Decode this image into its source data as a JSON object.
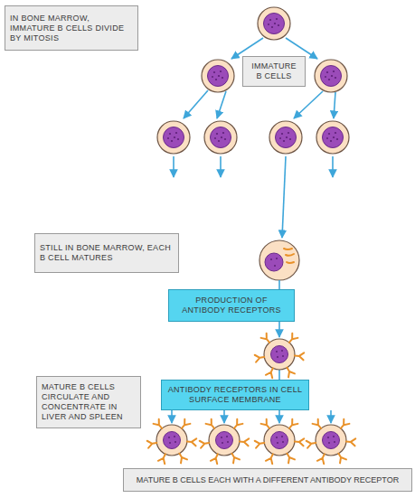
{
  "diagram": {
    "nodes": [
      {
        "text": [
          "IN BONE MARROW, IMMATURE B CELLS DIVIDE BY MITOSIS"
        ]
      },
      {
        "text": [
          "IMMATURE B CELLS"
        ]
      },
      {
        "text": [
          "STILL IN BONE MARROW, EACH B CELL MATURES"
        ]
      },
      {
        "text": [
          "PRODUCTION OF ANTIBODY RECEPTORS"
        ]
      },
      {
        "text": [
          "ANTIBODY RECEPTORS IN CELL SURFACE MEMBRANE"
        ]
      },
      {
        "text": [
          "MATURE B CELLS CIRCULATE AND CONCENTRATE IN LIVER AND SPLEEN"
        ]
      },
      {
        "text": [
          "MATURE B CELLS EACH WITH A DIFFERENT ANTIBODY RECEPTOR"
        ]
      }
    ]
  }
}
